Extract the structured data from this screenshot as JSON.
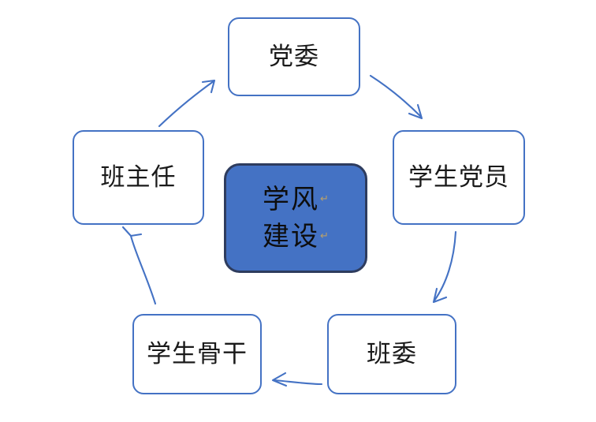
{
  "diagram": {
    "type": "cycle-diagram",
    "title": "学风建设",
    "center": {
      "lines": [
        "学风",
        "建设"
      ],
      "paragraph_mark": "↵",
      "fill_color": "#4472C4",
      "border_color": "#2E3C5E",
      "text_color": "#0d0d0d"
    },
    "node_style": {
      "fill_color": "#FFFFFF",
      "border_color": "#4472C4",
      "text_color": "#1a1a1a"
    },
    "arrow_color": "#4472C4",
    "background_color": "#FFFFFF",
    "nodes": [
      {
        "id": "top",
        "label": "党委",
        "position": "top"
      },
      {
        "id": "right",
        "label": "学生党员",
        "position": "upper-right"
      },
      {
        "id": "bottomright",
        "label": "班委",
        "position": "lower-right"
      },
      {
        "id": "bottomleft",
        "label": "学生骨干",
        "position": "lower-left"
      },
      {
        "id": "left",
        "label": "班主任",
        "position": "upper-left"
      }
    ],
    "arrows": [
      {
        "id": "arrow-left-to-top",
        "from": "班主任",
        "to": "党委",
        "direction": "up-right"
      },
      {
        "id": "arrow-top-to-right",
        "from": "党委",
        "to": "学生党员",
        "direction": "down-right"
      },
      {
        "id": "arrow-right-to-bottomright",
        "from": "学生党员",
        "to": "班委",
        "direction": "down"
      },
      {
        "id": "arrow-bottomright-to-bottomleft",
        "from": "班委",
        "to": "学生骨干",
        "direction": "left"
      },
      {
        "id": "arrow-bottomleft-to-left",
        "from": "学生骨干",
        "to": "班主任",
        "direction": "up"
      }
    ]
  }
}
